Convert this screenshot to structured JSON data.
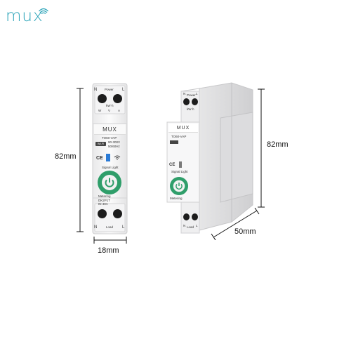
{
  "brand": {
    "logo_text": "mux"
  },
  "front_device": {
    "top_terminals": {
      "left": "N",
      "center": "Power",
      "right": "L"
    },
    "meter_label": "kW·h",
    "meter_units": [
      "W",
      "V",
      "A"
    ],
    "brand_plate": "MUX",
    "model": "TO60-VAP",
    "spec_line1": "90-300V",
    "spec_line2": "50/60Hz",
    "wifi_badge": "Wi-Fi",
    "ce_mark": "CE",
    "signal_label": "Signal Light",
    "metering_label": "Metering",
    "rating_line1": "DK2P1T",
    "rating_line2": "IN 40A",
    "bottom_terminals": {
      "left": "N",
      "center": "Load",
      "right": "L"
    }
  },
  "angled_device": {
    "top_terminals": {
      "left": "N",
      "center": "Power",
      "right": "L"
    },
    "meter_label": "kW·h",
    "brand_plate": "MUX",
    "model": "TO60-VAP",
    "ce_mark": "CE",
    "signal_label": "Signal Light",
    "metering_label": "Metering",
    "bottom_terminals": {
      "left": "N",
      "center": "Load",
      "right": "L"
    }
  },
  "dimensions": {
    "front_height": "82mm",
    "front_width": "18mm",
    "angled_height": "82mm",
    "angled_depth": "50mm"
  },
  "colors": {
    "brand_teal": "#2aa3b8",
    "button_green": "#2f9e6a",
    "wifi_blue": "#2b7bd6"
  }
}
